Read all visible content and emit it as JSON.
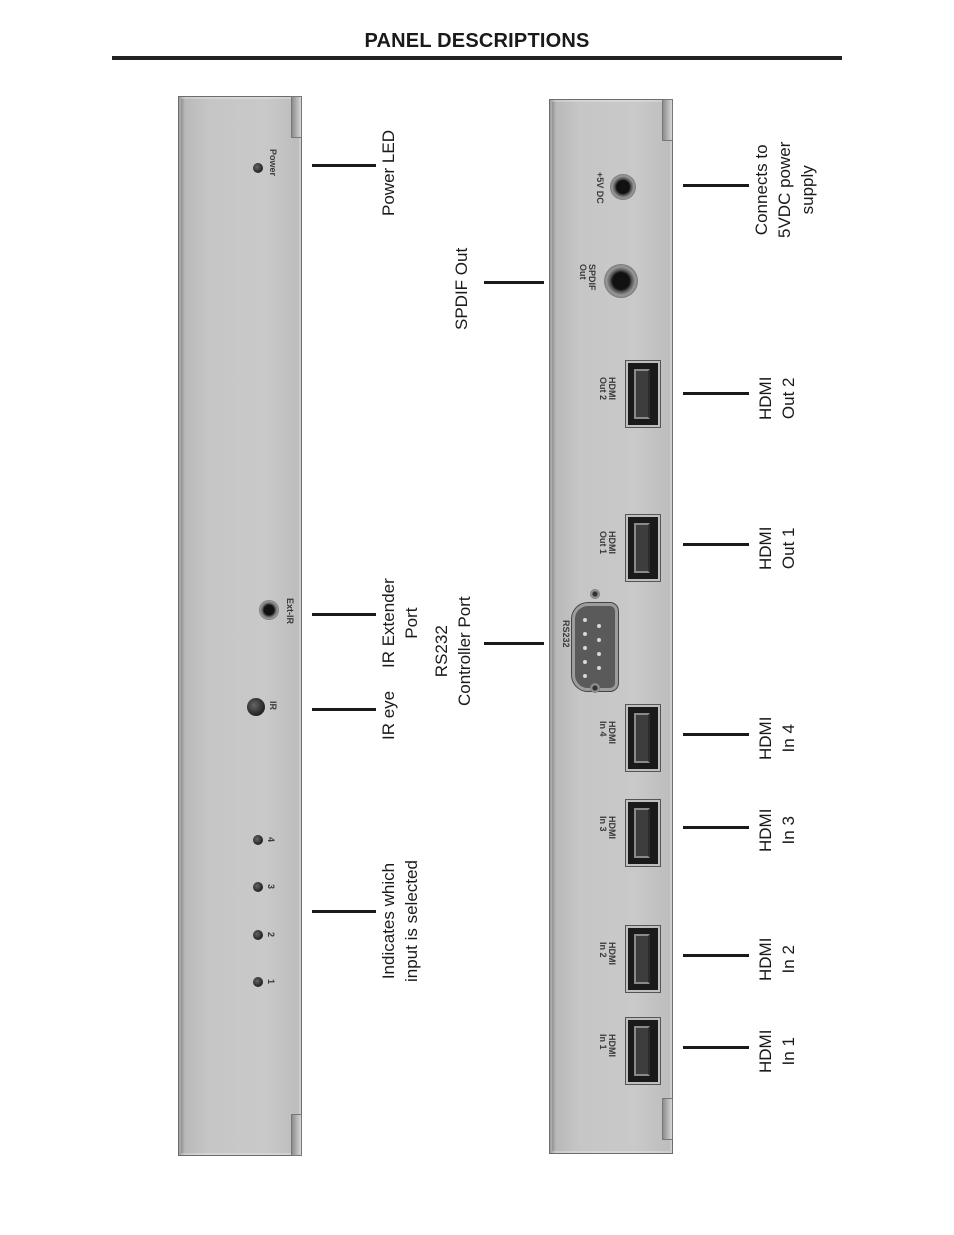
{
  "page": {
    "title": "PANEL DESCRIPTIONS"
  },
  "front_panel": {
    "power_led_label": "Power",
    "input_leds": [
      "1",
      "2",
      "3",
      "4"
    ],
    "ir_label": "IR",
    "ext_ir_label": "Ext-IR"
  },
  "rear_panel": {
    "dc_label": "+5V DC",
    "spdif_label_l1": "SPDIF",
    "spdif_label_l2": "Out",
    "rs232_label": "RS232",
    "hdmi_ports": [
      {
        "l1": "HDMI",
        "l2": "Out 2"
      },
      {
        "l1": "HDMI",
        "l2": "Out 1"
      },
      {
        "l1": "HDMI",
        "l2": "In 4"
      },
      {
        "l1": "HDMI",
        "l2": "In 3"
      },
      {
        "l1": "HDMI",
        "l2": "In 2"
      },
      {
        "l1": "HDMI",
        "l2": "In 1"
      }
    ]
  },
  "callouts": {
    "power_led": "Power LED",
    "ir_extender": [
      "IR Extender",
      "Port"
    ],
    "ir_eye": "IR eye",
    "input_selected": [
      "Indicates which",
      "input is selected"
    ],
    "spdif_out": "SPDIF Out",
    "rs232": [
      "RS232",
      "Controller Port"
    ],
    "power_supply": [
      "Connects to",
      "5VDC power",
      "supply"
    ],
    "hdmi_out_2": [
      "HDMI",
      "Out 2"
    ],
    "hdmi_out_1": [
      "HDMI",
      "Out 1"
    ],
    "hdmi_in_4": [
      "HDMI",
      "In 4"
    ],
    "hdmi_in_3": [
      "HDMI",
      "In 3"
    ],
    "hdmi_in_2": [
      "HDMI",
      "In 2"
    ],
    "hdmi_in_1": [
      "HDMI",
      "In 1"
    ]
  }
}
